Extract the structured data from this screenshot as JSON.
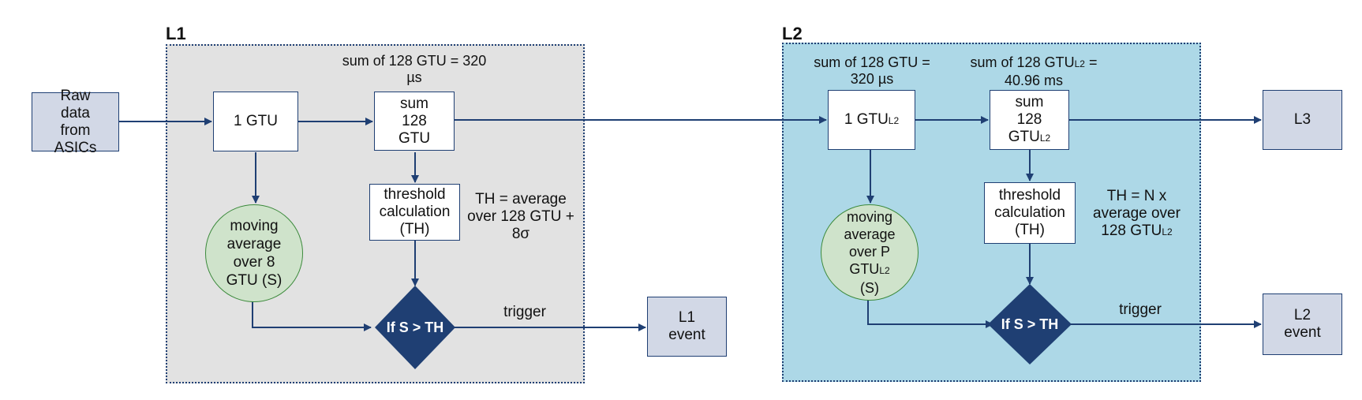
{
  "regions": {
    "l1_label": "L1",
    "l2_label": "L2"
  },
  "l1": {
    "raw_data": "Raw data from ASICs",
    "gtu": "1 GTU",
    "sum_box": "sum 128 GTU",
    "sum_note": "sum of 128 GTU = 320 µs",
    "threshold": "threshold calculation (TH)",
    "th_note": "TH =  average over 128 GTU + 8σ",
    "moving_avg": "moving average over 8 GTU (S)",
    "condition": "If S > TH",
    "trigger": "trigger",
    "event": "L1 event"
  },
  "l2": {
    "gtu_main": "1 GTU",
    "gtu_sub": "L2",
    "gtu_note": "sum of 128 GTU = 320 µs",
    "sum_box_main": "sum 128 GTU",
    "sum_box_sub": "L2",
    "sum_note_main": "sum of 128 GTU",
    "sum_note_sub": "L2",
    "sum_note_tail": " = 40.96 ms",
    "threshold": "threshold calculation (TH)",
    "th_note_main": "TH = N x average over 128 GTU",
    "th_note_sub": "L2",
    "moving_avg_main": "moving average over P GTU",
    "moving_avg_sub": "L2",
    "moving_avg_tail": "(S)",
    "condition": "If S > TH",
    "trigger": "trigger",
    "event": "L2 event",
    "next_level": "L3"
  },
  "colors": {
    "arrow": "#1f3f73",
    "diamond": "#1f3f73",
    "l1_bg": "#e2e2e2",
    "l2_bg": "#add8e7",
    "circle_fill": "#cfe3cb",
    "circle_border": "#3c8a3c"
  }
}
